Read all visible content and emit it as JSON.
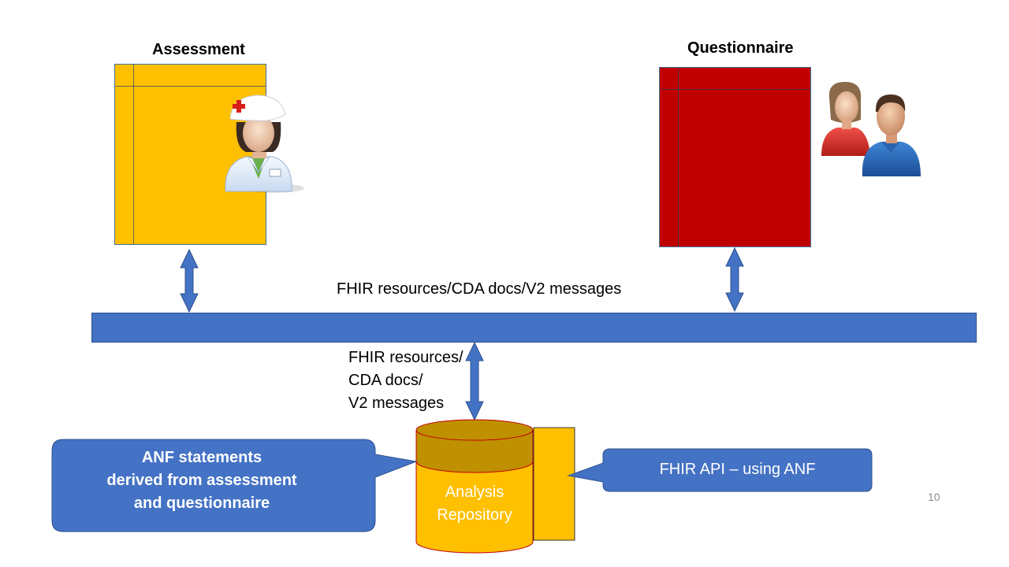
{
  "titles": {
    "assessment": "Assessment",
    "questionnaire": "Questionnaire"
  },
  "bus_label": "FHIR resources/CDA docs/V2 messages",
  "repo_link_label": [
    "FHIR resources/",
    "CDA docs/",
    "V2 messages"
  ],
  "repository": {
    "line1": "Analysis",
    "line2": "Repository"
  },
  "callouts": {
    "anf_statements": [
      "ANF statements",
      "derived from assessment",
      "and questionnaire"
    ],
    "fhir_api": "FHIR API – using ANF"
  },
  "page_number": "10",
  "icons": {
    "nurse": "nurse-icon",
    "patients": "patients-icon"
  },
  "colors": {
    "assessment": "#ffc000",
    "questionnaire": "#c00000",
    "bus": "#4472c4",
    "repository_top": "#bf9000",
    "repository_body": "#ffc000"
  }
}
